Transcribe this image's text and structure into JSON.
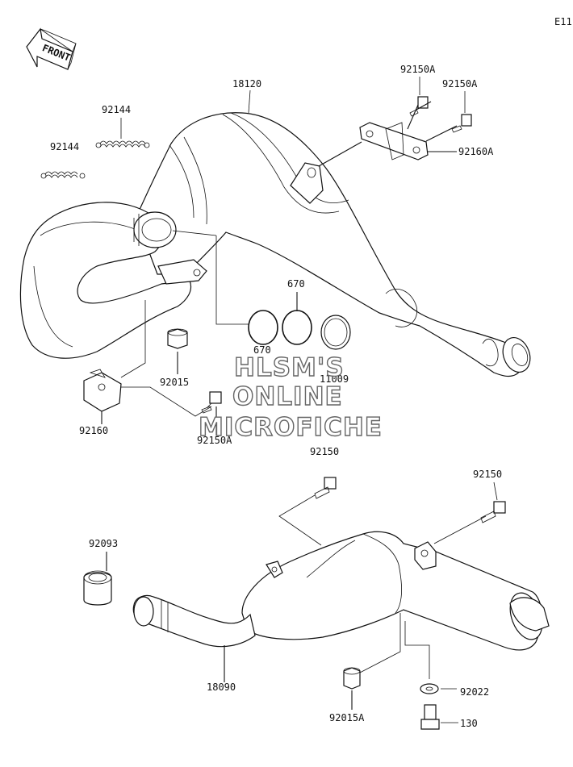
{
  "page_code": "E11",
  "front_arrow_label": "FRONT",
  "watermark": [
    "HLSM'S",
    "ONLINE",
    "MICROFICHE"
  ],
  "labels": {
    "p18120": "18120",
    "p92144_top": "92144",
    "p92144_left": "92144",
    "p92150A_1": "92150A",
    "p92150A_2": "92150A",
    "p92160A": "92160A",
    "p670_top": "670",
    "p670_overlap": "670",
    "p11009": "11009",
    "p92015": "92015",
    "p92160": "92160",
    "p92150A_3": "92150A",
    "p92150_mid": "92150",
    "p92150_right": "92150",
    "p92093": "92093",
    "p18090": "18090",
    "p92015A": "92015A",
    "p92022": "92022",
    "p130": "130"
  }
}
